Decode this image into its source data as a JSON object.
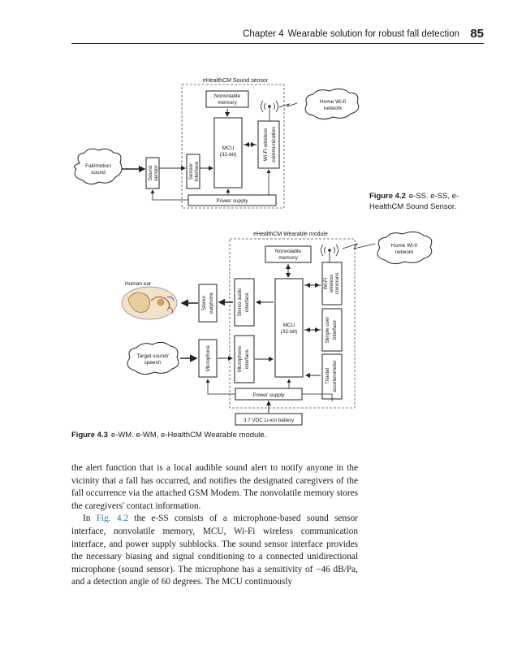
{
  "header": {
    "chapter": "Chapter 4",
    "title": "Wearable solution for robust fall detection",
    "page_number": "85"
  },
  "figure_4_2": {
    "title": "eHealthCM Sound sensor",
    "fall_motion_sound": [
      "Fall/motion",
      "sound"
    ],
    "sound_sensor": [
      "Sound",
      "sensor"
    ],
    "sensor_interface": [
      "Sensor",
      "interface"
    ],
    "nonvolatile_memory": [
      "Nonvolatile",
      "memory"
    ],
    "mcu": [
      "MCU",
      "(32-bit)"
    ],
    "wifi_comm": [
      "Wi-Fi wireless",
      "communication"
    ],
    "home_wifi": [
      "Home Wi-fi",
      "network"
    ],
    "power_supply": "Power supply",
    "caption_label": "Figure 4.2",
    "caption_text": "e-SS. e-SS, e-HealthCM Sound Sensor."
  },
  "figure_4_3": {
    "title": "eHealthCM Wearable module",
    "home_wifi": [
      "Home Wi-fi",
      "network"
    ],
    "nonvolatile_memory": [
      "Nonvolatile",
      "memory"
    ],
    "human_ear": "Human ear",
    "stereo_earphone": [
      "Stereo",
      "earphone"
    ],
    "stereo_audio_interface": [
      "Stereo audio",
      "interface"
    ],
    "mcu": [
      "MCU",
      "(32-bit)"
    ],
    "wifi_wireless": [
      "Wi-Fi",
      "wireless",
      "communs"
    ],
    "simple_user_interface": [
      "Simple user",
      "interface"
    ],
    "target_sound": [
      "Target sound/",
      "speech"
    ],
    "microphone": "Microphone",
    "microphone_interface": [
      "Microphone",
      "interface"
    ],
    "triaxial_accelerometer": [
      "Triaxial",
      "accelerometer"
    ],
    "power_supply": "Power supply",
    "battery": "3.7 VDC Li-ion battery",
    "caption_label": "Figure 4.3",
    "caption_text": "e-WM. e-WM, e-HealthCM Wearable module."
  },
  "body": {
    "para1": "the alert function that is a local audible sound alert to notify anyone in the vicinity that a fall has occurred, and notifies the designated caregivers of the fall occurrence via the attached GSM Modem. The nonvolatile memory stores the caregivers' contact information.",
    "para2_prefix": "In ",
    "para2_link": "Fig. 4.2",
    "para2_rest": " the e-SS consists of a microphone-based sound sensor interface, nonvolatile memory, MCU, Wi-Fi wireless communication interface, and power supply subblocks. The sound sensor interface provides the necessary biasing and signal conditioning to a connected unidirectional microphone (sound sensor). The microphone has a sensitivity of −46 dB/Pa, and a detection angle of 60 degrees. The MCU continuously"
  }
}
